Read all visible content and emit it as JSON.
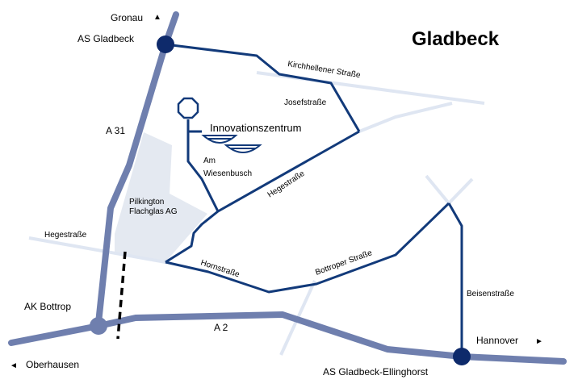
{
  "city": {
    "title": "Gladbeck"
  },
  "places": {
    "innovation_center": "Innovationszentrum",
    "pilkington_line1": "Pilkington",
    "pilkington_line2": "Flachglas AG",
    "am_line1": "Am",
    "am_line2": "Wiesenbusch"
  },
  "junctions": {
    "as_gladbeck": "AS Gladbeck",
    "ak_bottrop": "AK Bottrop",
    "as_ellinghorst": "AS Gladbeck-Ellinghorst"
  },
  "highways": {
    "a31": "A 31",
    "a2": "A 2"
  },
  "directions": {
    "gronau": "Gronau",
    "oberhausen": "Oberhausen",
    "hannover": "Hannover",
    "arrow_up": "▲",
    "arrow_left": "◄",
    "arrow_right": "►"
  },
  "streets": {
    "kirchhellener": "Kirchhellener Straße",
    "josef": "Josefstraße",
    "hege_right": "Hegestraße",
    "hege_left": "Hegestraße",
    "horn": "Hornstraße",
    "bottroper": "Bottroper Straße",
    "beisen": "Beisenstraße"
  },
  "colors": {
    "highway": "#6f7fae",
    "route": "#123a7a",
    "minor_road": "#dfe6f2",
    "area": "#e4e9f1",
    "junction": "#0e2a6b",
    "ak_junction": "#6f7fae"
  }
}
